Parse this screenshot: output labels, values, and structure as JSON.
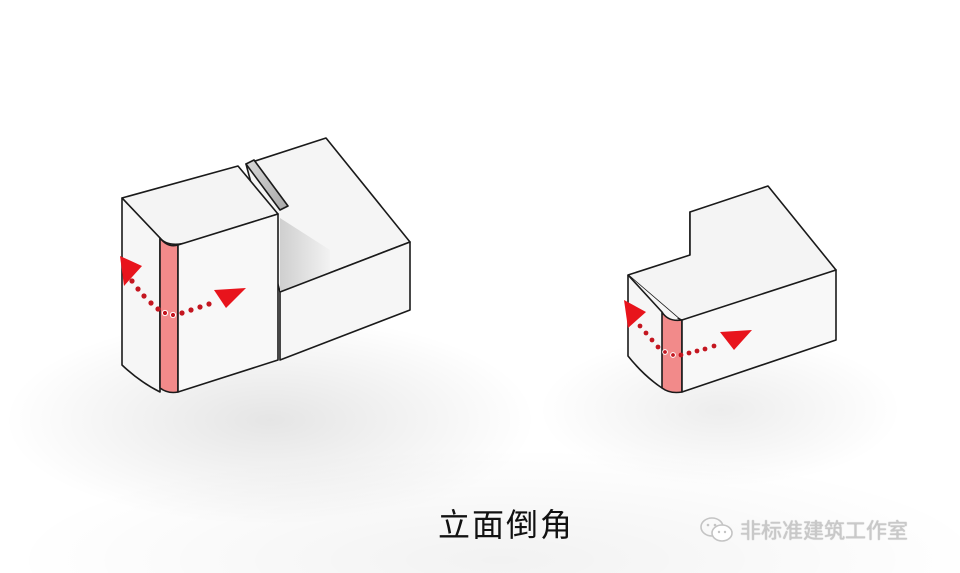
{
  "caption": "立面倒角",
  "watermark": {
    "icon": "wechat-icon",
    "text": "非标准建筑工作室"
  },
  "colors": {
    "line": "#1a1a1a",
    "face_light": "#f7f7f7",
    "face_mid": "#ededed",
    "face_shadow": "#bdbdbd",
    "chamfer_fill": "#f28a8a",
    "arrow_red": "#e8141c",
    "dot_red": "#c41620"
  },
  "figures": [
    {
      "name": "left-block",
      "description": "Two-volume block with vertical chamfered (rounded) corner highlighted in red"
    },
    {
      "name": "right-block",
      "description": "L-shaped block with vertical chamfered (rounded) corner highlighted in red"
    }
  ]
}
